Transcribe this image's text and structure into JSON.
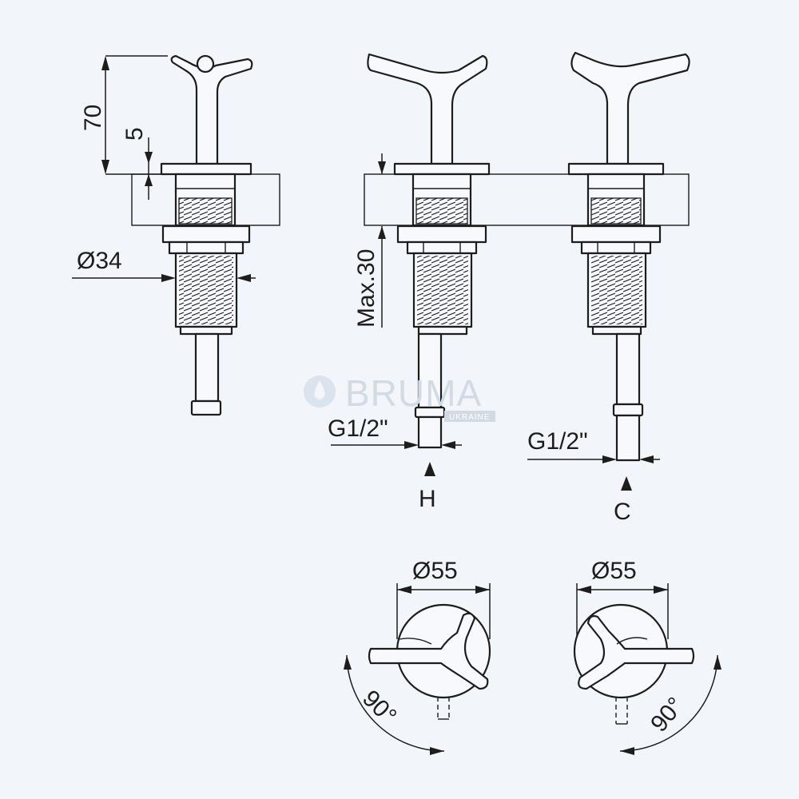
{
  "dimensions": {
    "height_total": "70",
    "deck_offset": "5",
    "diameter_body": "Ø34",
    "max_thickness": "Max.30",
    "thread_hot": "G1/2\"",
    "thread_cold": "G1/2\"",
    "rosette_left": "Ø55",
    "rosette_right": "Ø55",
    "angle_left": "90°",
    "angle_right": "90°"
  },
  "labels": {
    "hot": "H",
    "cold": "C"
  },
  "watermark": {
    "brand": "BRUMA",
    "sub": "UKRAINE"
  }
}
